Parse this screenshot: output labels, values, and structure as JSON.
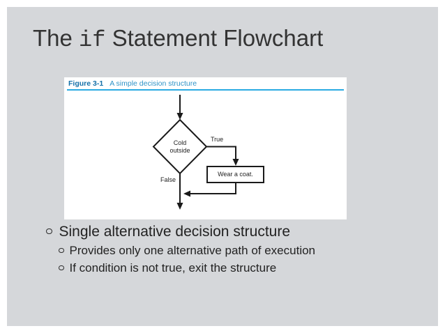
{
  "slide": {
    "title": {
      "prefix": "The ",
      "code_word": "if",
      "suffix": " Statement Flowchart"
    },
    "figure": {
      "label": "Figure 3-1",
      "caption": "A simple decision structure",
      "flowchart": {
        "condition_line1": "Cold",
        "condition_line2": "outside",
        "true_branch_label": "True",
        "false_branch_label": "False",
        "action_box_label": "Wear a coat."
      }
    },
    "bullets": {
      "level1": "Single alternative decision structure",
      "level2": [
        "Provides only one alternative path of execution",
        "If condition is not true, exit the structure"
      ]
    },
    "colors": {
      "slide_background": "#d5d7da",
      "figure_panel_background": "#ffffff",
      "figure_label_blue": "#1470a8",
      "figure_caption_blue": "#2e93c7",
      "figure_rule_cyan": "#2aabe2",
      "title_text": "#333333",
      "body_text": "#222222",
      "flowchart_ink": "#1a1a1a"
    }
  }
}
